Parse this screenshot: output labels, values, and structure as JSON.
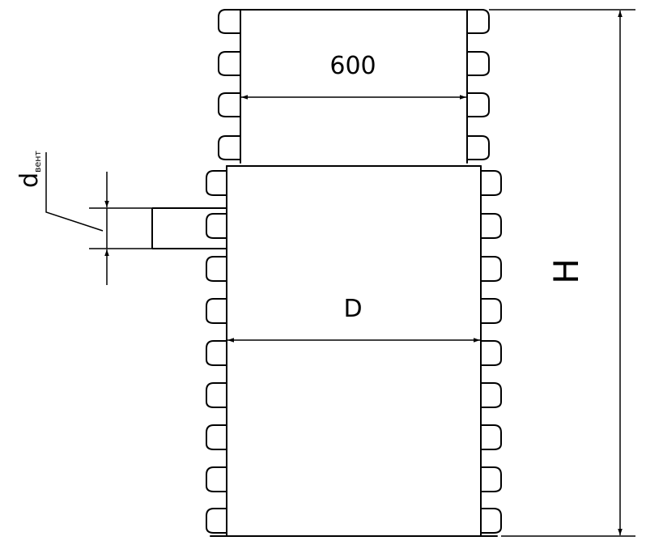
{
  "labels": {
    "neck_diameter": "600",
    "body_diameter": "D",
    "height": "H",
    "vent_symbol": "d",
    "vent_subscript": "вент"
  }
}
